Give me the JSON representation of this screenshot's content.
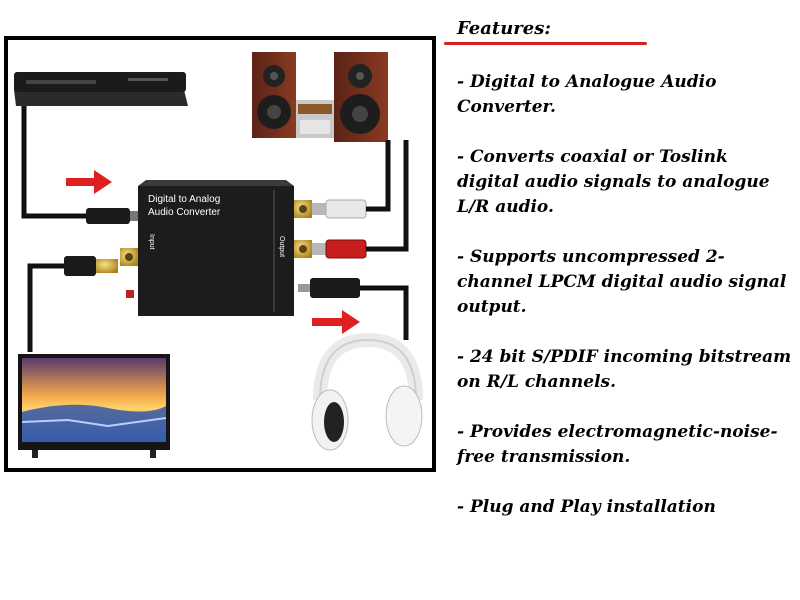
{
  "features": {
    "title": "Features:",
    "items": [
      "- Digital to Analogue Audio Converter.",
      "- Converts coaxial or Toslink digital audio signals to analogue L/R audio.",
      "- Supports uncompressed 2-channel LPCM digital audio signal output.",
      "- 24 bit S/PDIF incoming bitstream on R/L channels.",
      "- Provides electromagnetic-noise-free transmission.",
      "- Plug and Play installation"
    ]
  },
  "converter": {
    "title_line1": "Digital to Analog",
    "title_line2": "Audio Converter",
    "input_label": "Input",
    "output_label": "Output"
  },
  "colors": {
    "accent_red": "#d61f1f",
    "gold": "#c9a227"
  }
}
